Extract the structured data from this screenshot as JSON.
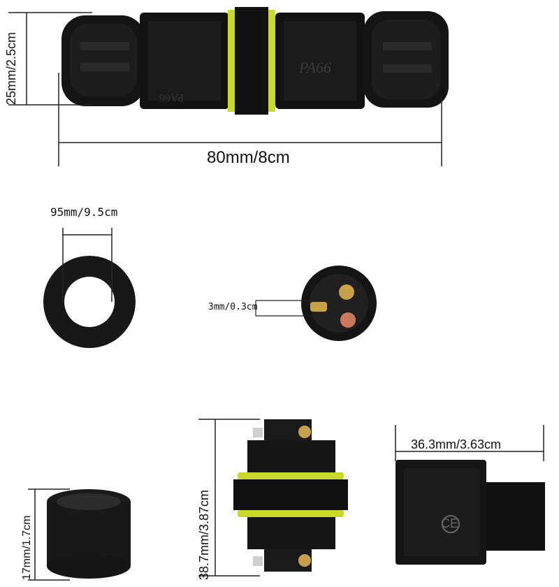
{
  "dimensions": {
    "connector_diameter": "25mm/2.5cm",
    "connector_length": "80mm/8cm",
    "seal_ring_hole": "95mm/9.5cm",
    "pin_size": "3mm/0.3cm",
    "cap_height": "17mm/1.7cm",
    "body_height": "38.7mm/3.87cm",
    "side_width": "36.3mm/3.63cm"
  },
  "product_markings": {
    "material_front": "PA66",
    "material_back": "PA66",
    "cert_mark": "CE"
  },
  "colors": {
    "body": "#161616",
    "seal_ring": "#c9d92a",
    "brass": "#c8a24a",
    "copper": "#c87a5a"
  }
}
